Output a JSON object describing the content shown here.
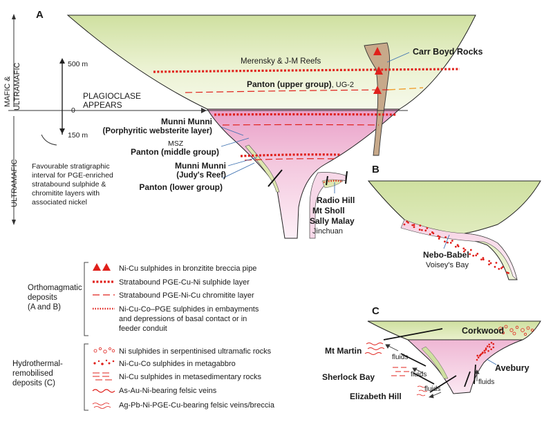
{
  "panels": {
    "a": "A",
    "b": "B",
    "c": "C"
  },
  "scale": {
    "mafic": "MAFIC &",
    "ultramafic_top": "ULTRAMAFIC",
    "ultramafic": "ULTRAMAFIC",
    "m500": "500 m",
    "m0": "0",
    "m150": "150 m",
    "plag1": "PLAGIOCLASE",
    "plag2": "APPEARS",
    "interval": [
      "Favourable stratigraphic",
      "interval for PGE-enriched",
      "stratabound sulphide &",
      "chromitite layers with",
      "associated nickel"
    ]
  },
  "panel_a": {
    "merensky": "Merensky & J-M Reefs",
    "panton_upper": "Panton (upper group)",
    "ug2": ", UG-2",
    "carr_boyd": "Carr Boyd Rocks",
    "munni1": "Munni Munni",
    "munni1b": "(Porphyritic websterite layer)",
    "msz": "MSZ",
    "panton_middle": "Panton (middle group)",
    "munni2": "Munni Munni",
    "munni2b": "(Judy's Reef)",
    "panton_lower": "Panton (lower group)",
    "radio": "Radio Hill",
    "sholl": "Mt Sholl",
    "sally": "Sally Malay",
    "jinchuan": "Jinchuan"
  },
  "panel_b": {
    "nebo": "Nebo-Babel",
    "voisey": "Voisey's Bay"
  },
  "panel_c": {
    "corkwood": "Corkwood",
    "mtmartin": "Mt Martin",
    "sherlock": "Sherlock Bay",
    "elizabeth": "Elizabeth Hill",
    "avebury": "Avebury",
    "fluids": "fluids"
  },
  "legend": {
    "ortho_group": [
      "Orthomagmatic",
      "deposits",
      "(A and B)"
    ],
    "hydro_group": [
      "Hydrothermal-",
      "remobilised",
      "deposits (C)"
    ],
    "ortho_items": [
      [
        "Ni-Cu sulphides in bronzitite breccia pipe"
      ],
      [
        "Stratabound PGE-Cu-Ni sulphide layer"
      ],
      [
        "Stratabound PGE-Ni-Cu chromitite layer"
      ],
      [
        "Ni-Cu-Co–PGE sulphides in embayments",
        "and depressions of basal contact or in",
        "feeder conduit"
      ]
    ],
    "hydro_items": [
      "Ni sulphides in serpentinised ultramafic rocks",
      "Ni-Cu-Co sulphides in metagabbro",
      "Ni-Cu sulphides in metasedimentary rocks",
      "As-Au-Ni-bearing felsic veins",
      "Ag-Pb-Ni-PGE-Cu-bearing felsic veins/breccia"
    ]
  },
  "colors": {
    "green": "#dfeab8",
    "pink": "#efb7d4",
    "red": "#e0201b",
    "brown": "#c7a98a",
    "orange": "#f0a030"
  }
}
